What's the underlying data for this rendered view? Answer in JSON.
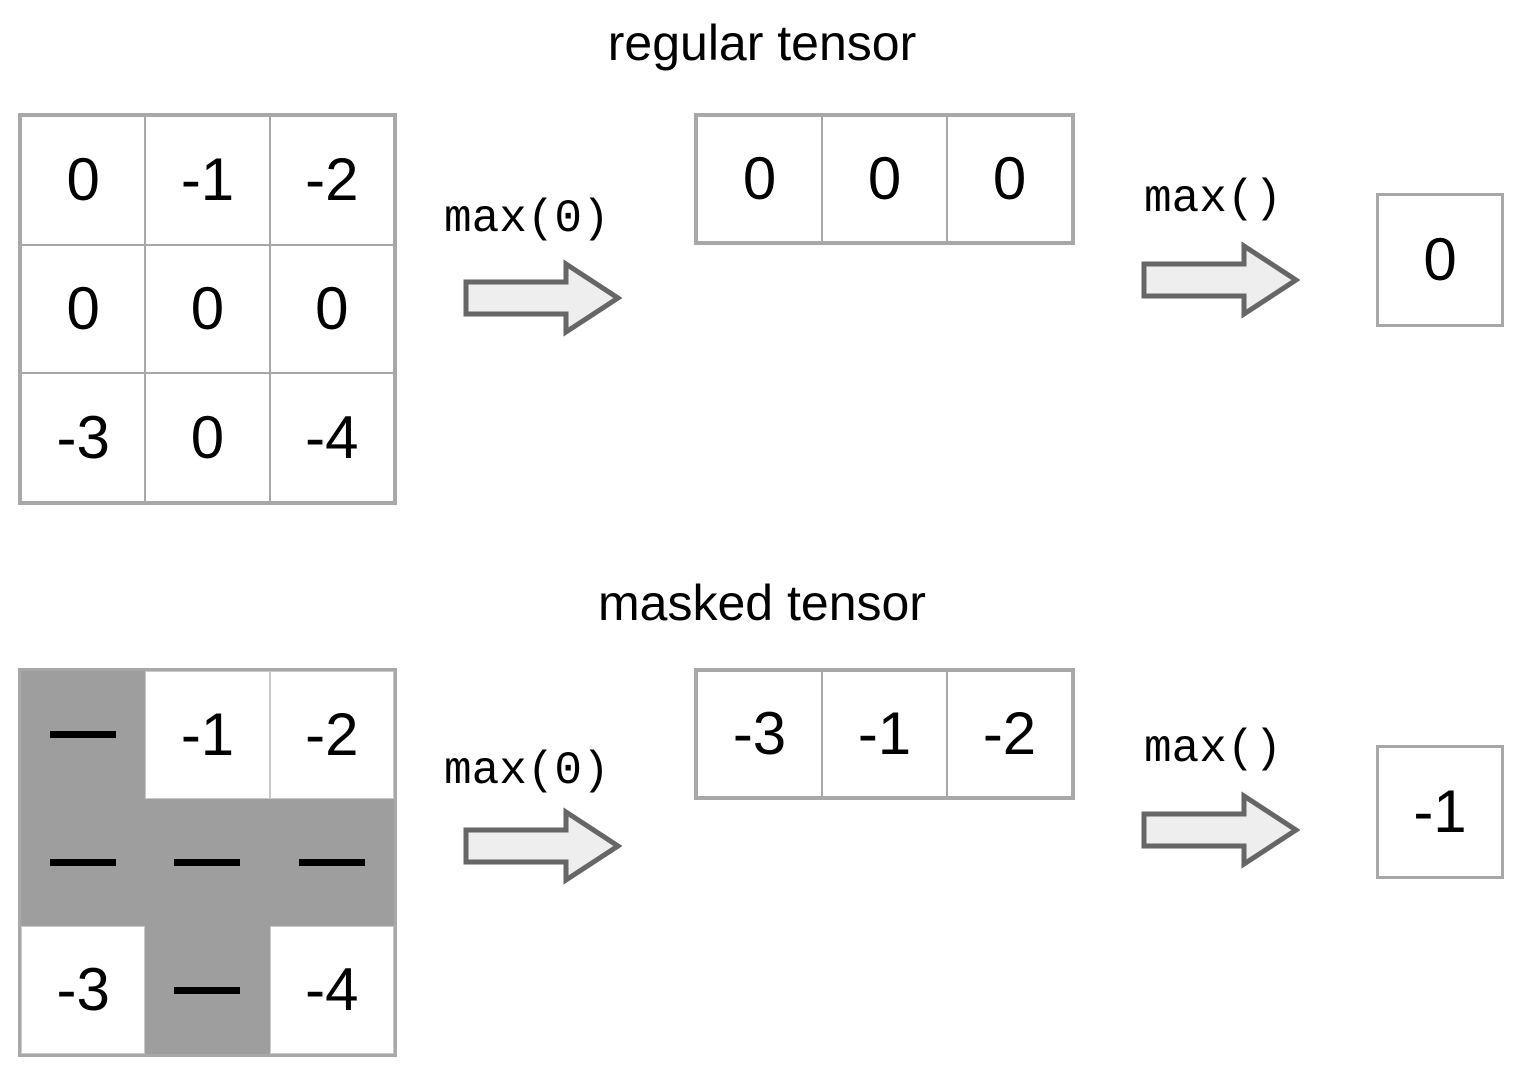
{
  "sections": [
    {
      "id": "regular",
      "title": "regular tensor",
      "matrix": {
        "rows": [
          [
            "0",
            "-1",
            "-2"
          ],
          [
            "0",
            "0",
            "0"
          ],
          [
            "-3",
            "0",
            "-4"
          ]
        ]
      },
      "reduce_op_label": "max(0)",
      "row_vector": [
        "0",
        "0",
        "0"
      ],
      "max_op_label": "max()",
      "scalar": "0"
    },
    {
      "id": "masked",
      "title": "masked tensor",
      "matrix": {
        "rows": [
          [
            "—",
            "-1",
            "-2"
          ],
          [
            "—",
            "—",
            "—"
          ],
          [
            "-3",
            "—",
            "-4"
          ]
        ],
        "mask": [
          [
            true,
            false,
            false
          ],
          [
            true,
            true,
            true
          ],
          [
            false,
            true,
            false
          ]
        ],
        "masked_glyph": "—"
      },
      "reduce_op_label": "max(0)",
      "row_vector": [
        "-3",
        "-1",
        "-2"
      ],
      "max_op_label": "max()",
      "scalar": "-1"
    }
  ],
  "icons": {
    "arrow": "right-block-arrow-icon"
  },
  "colors": {
    "border": "#a8a8a8",
    "mask_fill": "#9e9e9e",
    "arrow_fill": "#eeeeee",
    "arrow_stroke": "#666666",
    "text": "#000000",
    "background": "#ffffff"
  },
  "chart_data": {
    "type": "diagram",
    "title": "regular tensor vs masked tensor max reduction",
    "panels": [
      {
        "name": "regular tensor",
        "input_matrix": [
          [
            0,
            -1,
            -2
          ],
          [
            0,
            0,
            0
          ],
          [
            -3,
            0,
            -4
          ]
        ],
        "input_mask": null,
        "op_dim": "max(0)",
        "dim_reduced": [
          0,
          0,
          0
        ],
        "op_all": "max()",
        "all_reduced": 0
      },
      {
        "name": "masked tensor",
        "input_matrix": [
          [
            null,
            -1,
            -2
          ],
          [
            null,
            null,
            null
          ],
          [
            -3,
            null,
            -4
          ]
        ],
        "input_mask": [
          [
            true,
            false,
            false
          ],
          [
            true,
            true,
            true
          ],
          [
            false,
            true,
            false
          ]
        ],
        "op_dim": "max(0)",
        "dim_reduced": [
          -3,
          -1,
          -2
        ],
        "op_all": "max()",
        "all_reduced": -1
      }
    ]
  }
}
